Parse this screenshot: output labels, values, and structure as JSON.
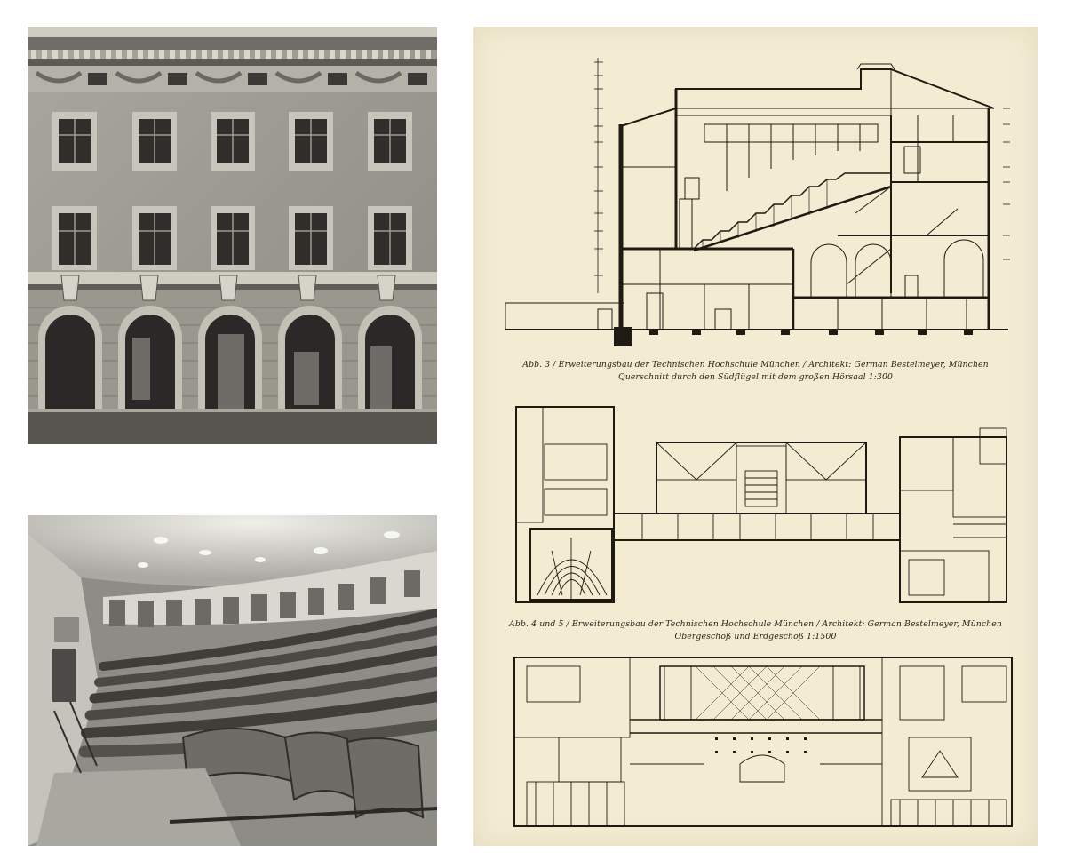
{
  "photos": {
    "facade": {
      "subject": "facade"
    },
    "hall": {
      "subject": "lecture-hall"
    }
  },
  "plate": {
    "captions": {
      "section": {
        "line1": "Abb. 3 / Erweiterungsbau der Technischen Hochschule München / Architekt: German Bestelmeyer, München",
        "line2": "Querschnitt durch den Südflügel mit dem großen Hörsaal 1:300"
      },
      "plans": {
        "line1": "Abb. 4 und 5 / Erweiterungsbau der Technischen Hochschule München / Architekt: German Bestelmeyer, München",
        "line2": "Obergeschoß und Erdgeschoß 1:1500"
      }
    }
  },
  "colors": {
    "paper": "#f3ecd3",
    "ink": "#1f1a12",
    "photo_dark": "#2e2d2a",
    "photo_mid": "#8b8a84",
    "photo_light": "#c9c7bf"
  }
}
